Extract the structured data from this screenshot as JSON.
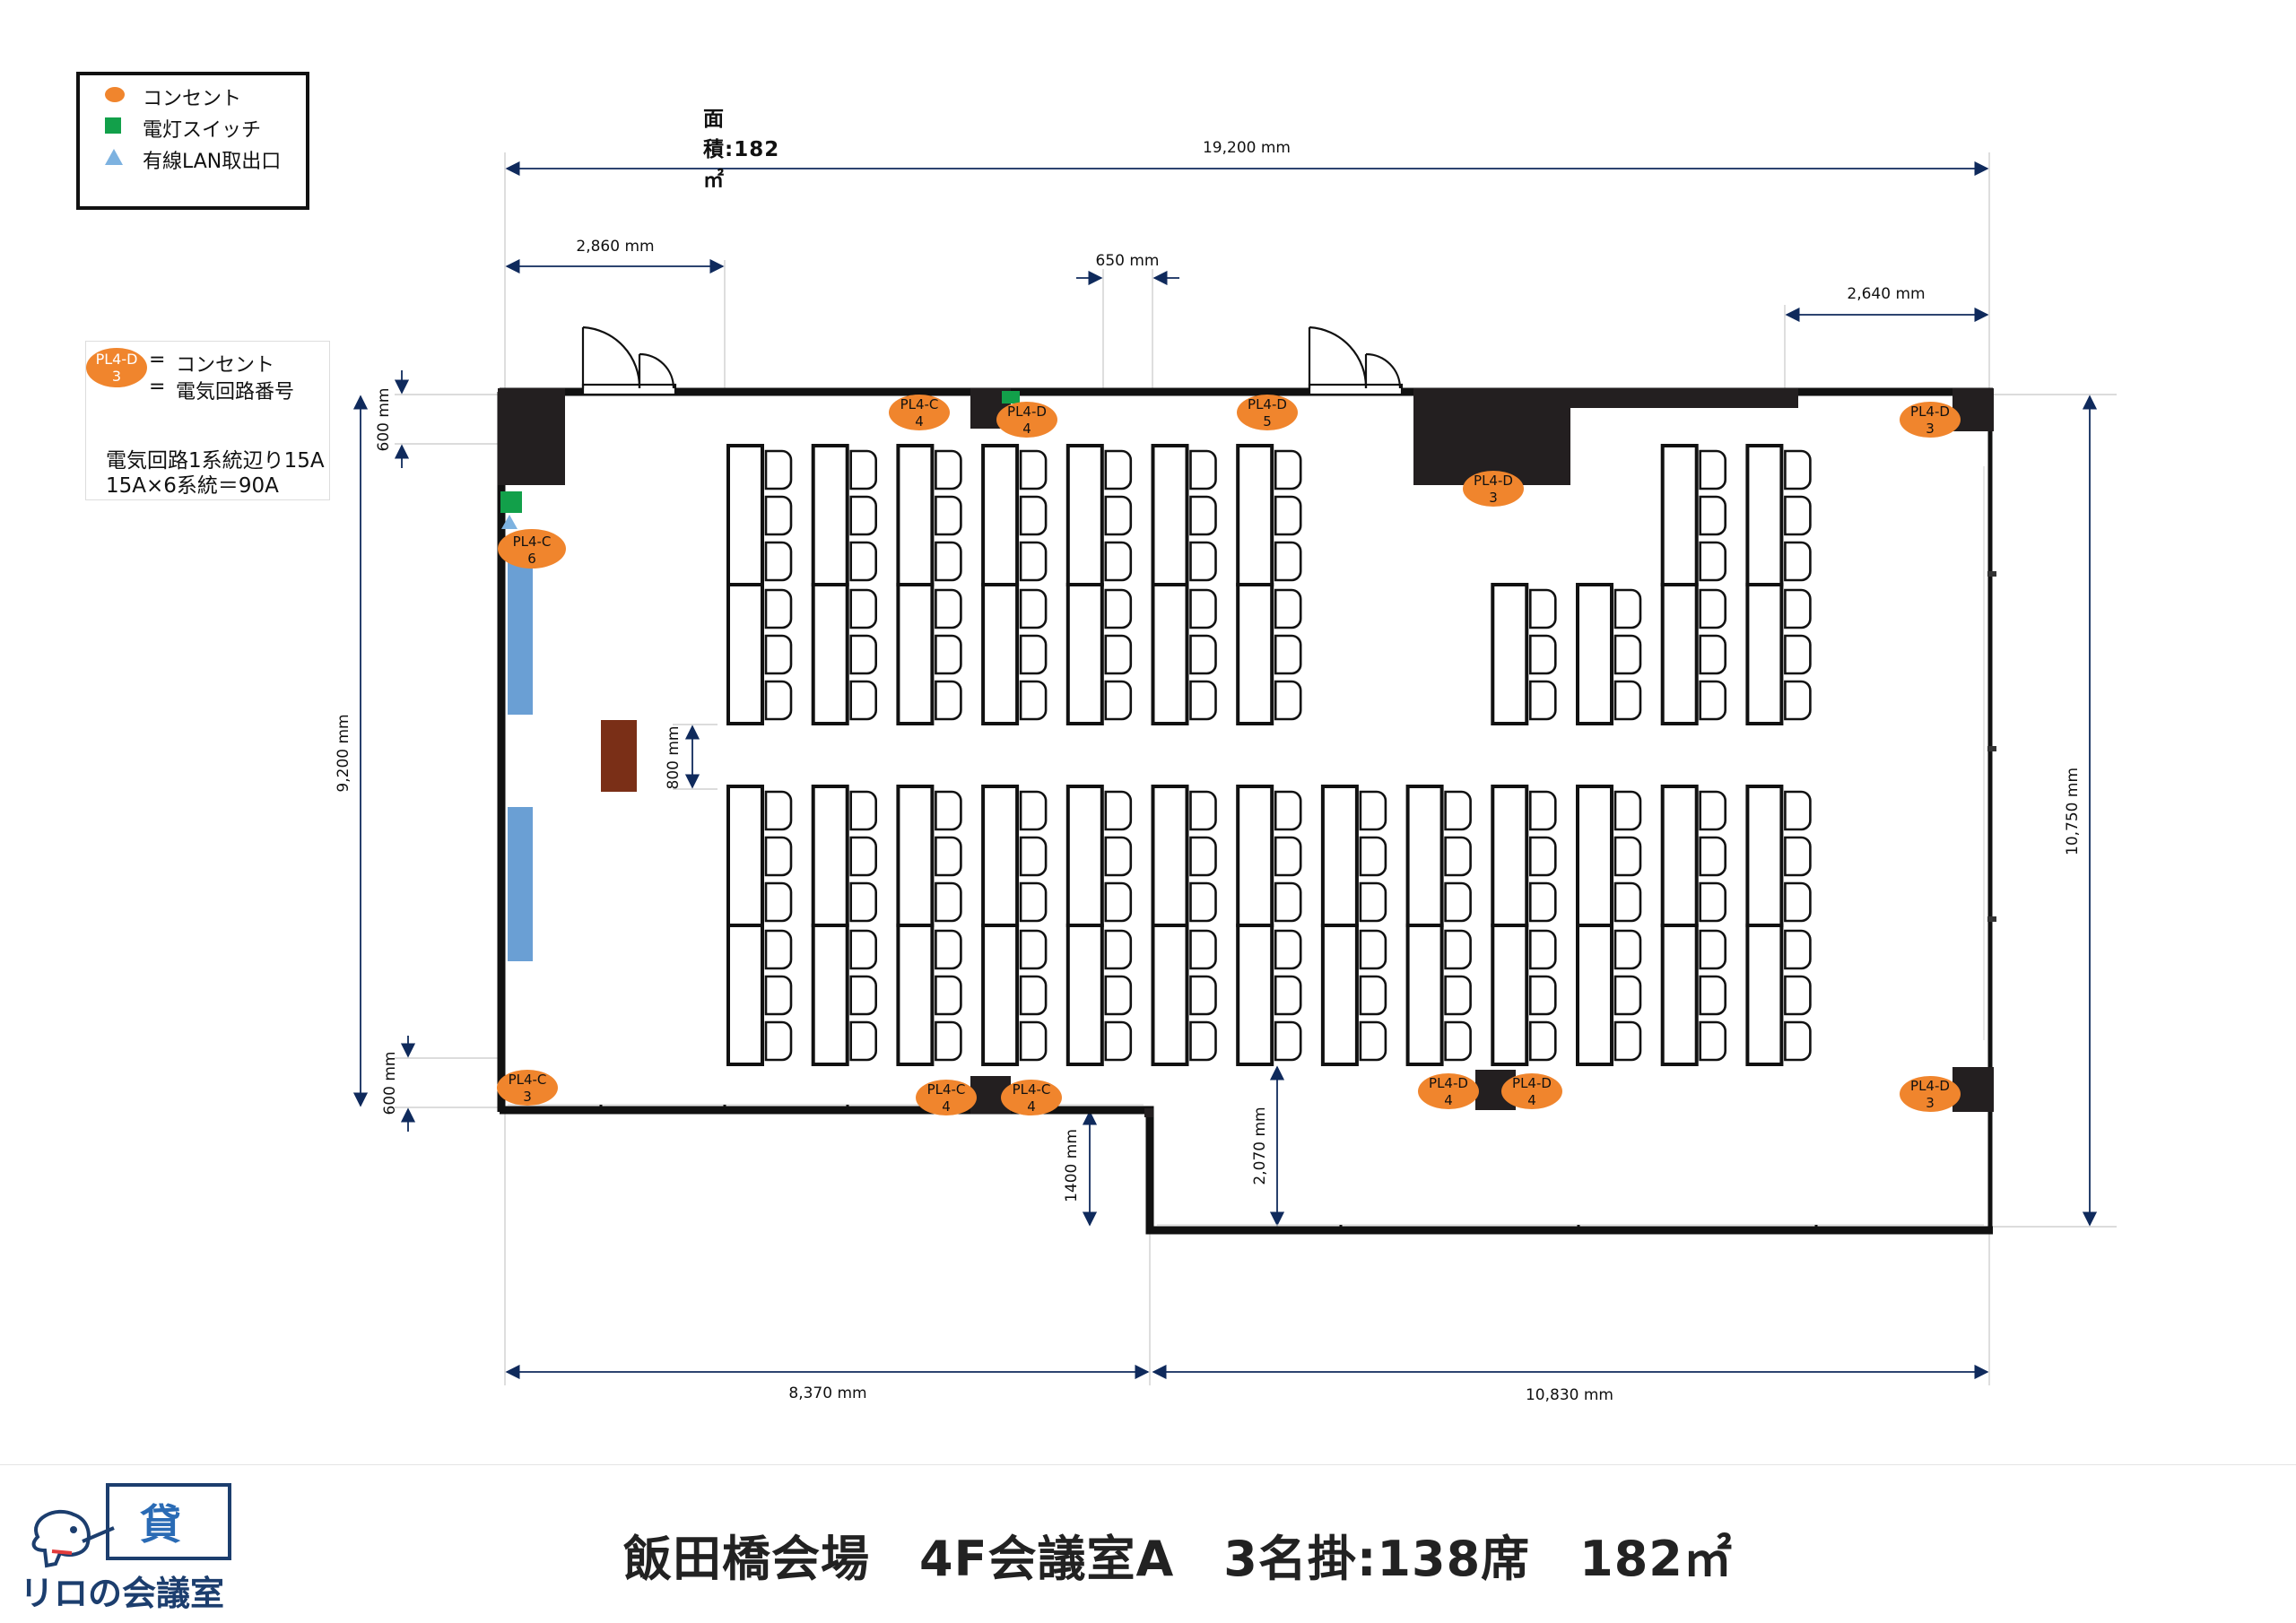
{
  "legend": {
    "area": "面積:182㎡",
    "items": [
      {
        "symbol": "orange-dot",
        "label": "コンセント"
      },
      {
        "symbol": "green-square",
        "label": "電灯スイッチ"
      },
      {
        "symbol": "blue-triangle",
        "label": "有線LAN取出口"
      }
    ]
  },
  "key_note": {
    "example_tag_top": "PL4-D",
    "example_tag_bottom": "3",
    "line1": "コンセント",
    "line2": "電気回路番号",
    "eq": "=",
    "capacity1": "電気回路1系統辺り15A",
    "capacity2": "15A×6系統＝90A"
  },
  "dimensions": {
    "total_width": "19,200 mm",
    "left_gap": "2,860 mm",
    "pillar_gap": "650 mm",
    "right_gap": "2,640 mm",
    "top_wall": "600 mm",
    "left_height": "9,200 mm",
    "bottom_wall": "600 mm",
    "right_height": "10,750 mm",
    "podium_gap": "800 mm",
    "alcove_depth": "1400 mm",
    "bottom_depth": "2,070 mm",
    "bottom_left": "8,370 mm",
    "bottom_right": "10,830 mm"
  },
  "outlets": [
    {
      "top": "PL4-C",
      "bottom": "4"
    },
    {
      "top": "PL4-D",
      "bottom": "4"
    },
    {
      "top": "PL4-D",
      "bottom": "5"
    },
    {
      "top": "PL4-D",
      "bottom": "3"
    },
    {
      "top": "PL4-D",
      "bottom": "3"
    },
    {
      "top": "PL4-C",
      "bottom": "6"
    },
    {
      "top": "PL4-C",
      "bottom": "3"
    },
    {
      "top": "PL4-C",
      "bottom": "4"
    },
    {
      "top": "PL4-C",
      "bottom": "4"
    },
    {
      "top": "PL4-D",
      "bottom": "4"
    },
    {
      "top": "PL4-D",
      "bottom": "4"
    },
    {
      "top": "PL4-D",
      "bottom": "3"
    }
  ],
  "colors": {
    "outlet": "#f0852d",
    "switch": "#12a04a",
    "lan": "#7db2e0",
    "whiteboard": "#6a9fd4",
    "podium": "#7a2f17",
    "arrow": "#0f2a5c"
  },
  "footer": {
    "title": "飯田橋会場　4F会議室A　3名掛:138席　182㎡",
    "logo_mark": "貸",
    "logo_name": "リロの会議室"
  }
}
